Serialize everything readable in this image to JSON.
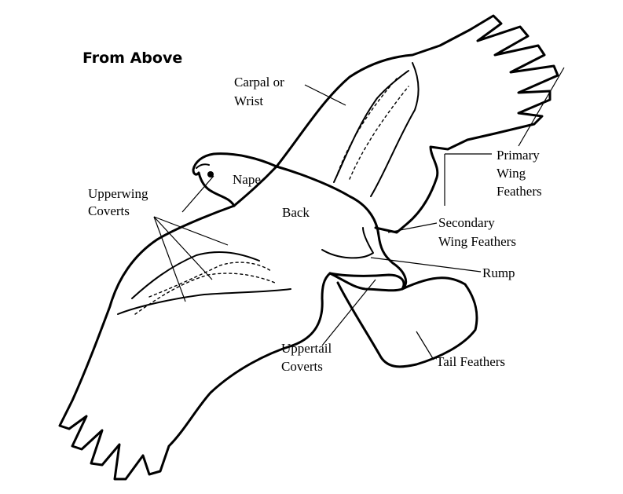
{
  "title": "From Above",
  "labels": {
    "carpal_line1": "Carpal or",
    "carpal_line2": "Wrist",
    "nape": "Nape",
    "back": "Back",
    "upperwing_line1": "Upperwing",
    "upperwing_line2": "Coverts",
    "primary_line1": "Primary",
    "primary_line2": "Wing",
    "primary_line3": "Feathers",
    "secondary_line1": "Secondary",
    "secondary_line2": "Wing Feathers",
    "rump": "Rump",
    "uppertail_line1": "Uppertail",
    "uppertail_line2": "Coverts",
    "tail": "Tail Feathers"
  }
}
